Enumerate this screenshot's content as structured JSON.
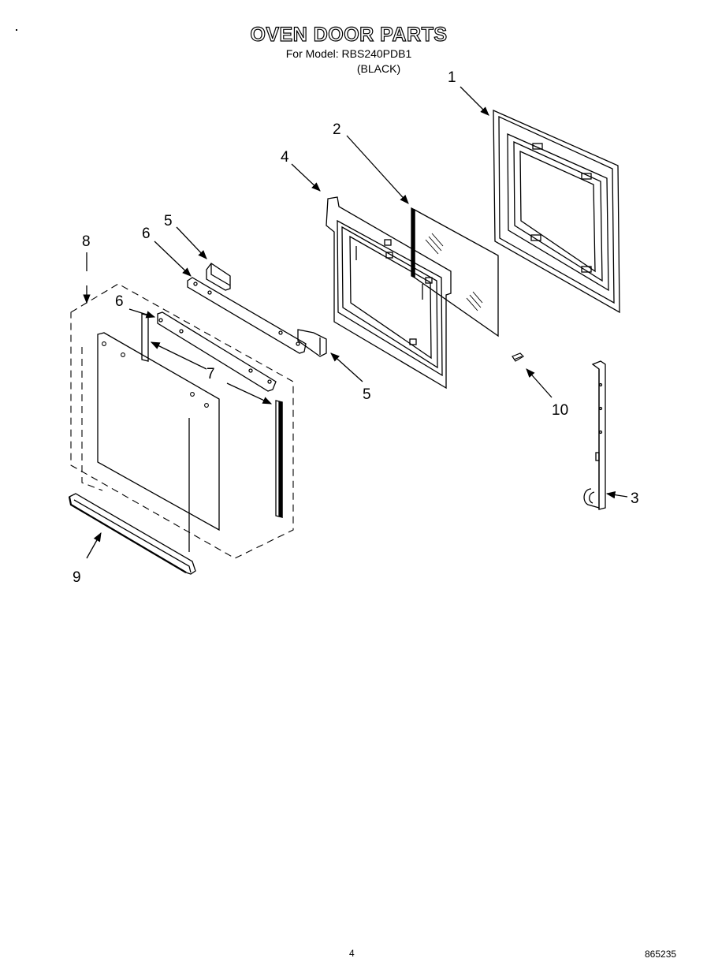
{
  "header": {
    "title": "OVEN DOOR PARTS",
    "model_line": "For Model: RBS240PDB1",
    "color_line": "(BLACK)"
  },
  "callouts": {
    "c1": "1",
    "c2": "2",
    "c3": "3",
    "c4": "4",
    "c5a": "5",
    "c5b": "5",
    "c6a": "6",
    "c6b": "6",
    "c7": "7",
    "c8": "8",
    "c9": "9",
    "c10": "10"
  },
  "footer": {
    "page": "4",
    "doc_number": "865235"
  }
}
